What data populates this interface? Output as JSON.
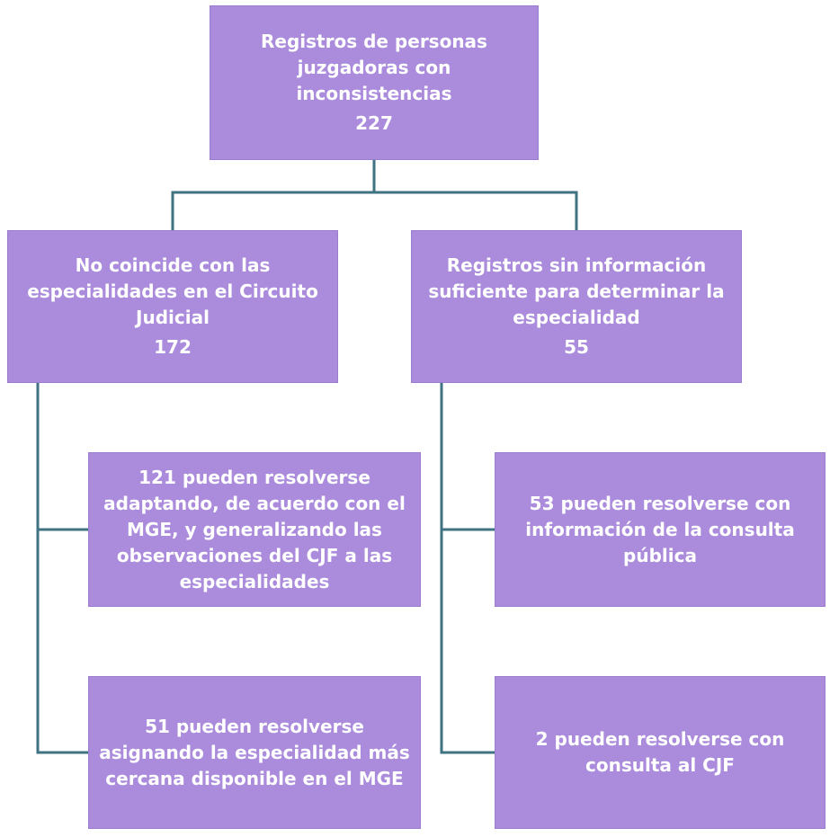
{
  "colors": {
    "box_fill": "#ab8cdc",
    "box_text": "#ffffff",
    "connector": "#3f7282"
  },
  "root": {
    "label": "Registros de personas juzgadoras con inconsistencias",
    "value": "227"
  },
  "left_branch": {
    "label": "No coincide con las especialidades en el Circuito Judicial",
    "value": "172",
    "children": [
      {
        "label": "121 pueden resolverse adaptando, de acuerdo con el MGE, y generalizando las observaciones del CJF a las especialidades"
      },
      {
        "label": "51 pueden resolverse asignando la especialidad más cercana disponible en el MGE"
      }
    ]
  },
  "right_branch": {
    "label": "Registros sin información suficiente para determinar la especialidad",
    "value": "55",
    "children": [
      {
        "label": "53 pueden resolverse con información de la consulta pública"
      },
      {
        "label": "2 pueden resolverse con consulta al CJF"
      }
    ]
  }
}
